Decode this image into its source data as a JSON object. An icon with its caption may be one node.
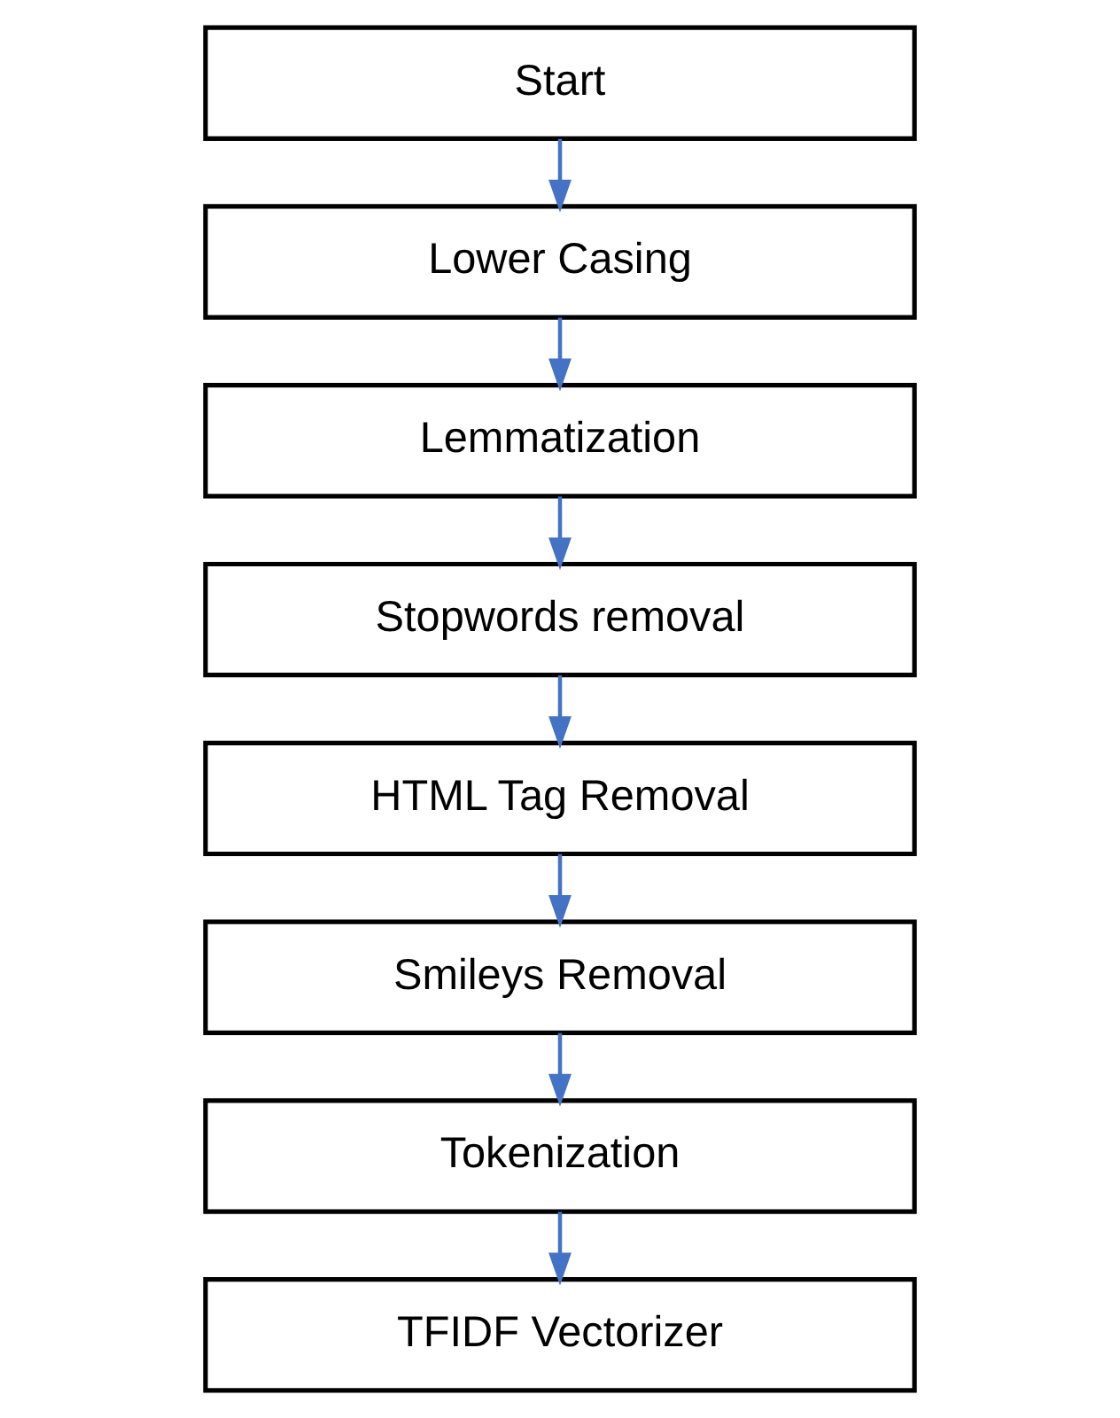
{
  "diagram": {
    "nodes": [
      {
        "text": [
          "Start"
        ]
      },
      {
        "text": [
          "Lower Casing"
        ]
      },
      {
        "text": [
          "Lemmatization"
        ]
      },
      {
        "text": [
          "Stopwords removal"
        ]
      },
      {
        "text": [
          "HTML Tag Removal"
        ]
      },
      {
        "text": [
          "Smileys Removal"
        ]
      },
      {
        "text": [
          "Tokenization"
        ]
      },
      {
        "text": [
          "TFIDF Vectorizer"
        ]
      }
    ],
    "edges": [
      {
        "from": 0,
        "to": 1,
        "arrow": "to"
      },
      {
        "from": 1,
        "to": 2,
        "arrow": "to"
      },
      {
        "from": 2,
        "to": 3,
        "arrow": "to"
      },
      {
        "from": 3,
        "to": 4,
        "arrow": "to"
      },
      {
        "from": 4,
        "to": 5,
        "arrow": "to"
      },
      {
        "from": 5,
        "to": 6,
        "arrow": "to"
      },
      {
        "from": 6,
        "to": 7,
        "arrow": "to"
      }
    ]
  }
}
